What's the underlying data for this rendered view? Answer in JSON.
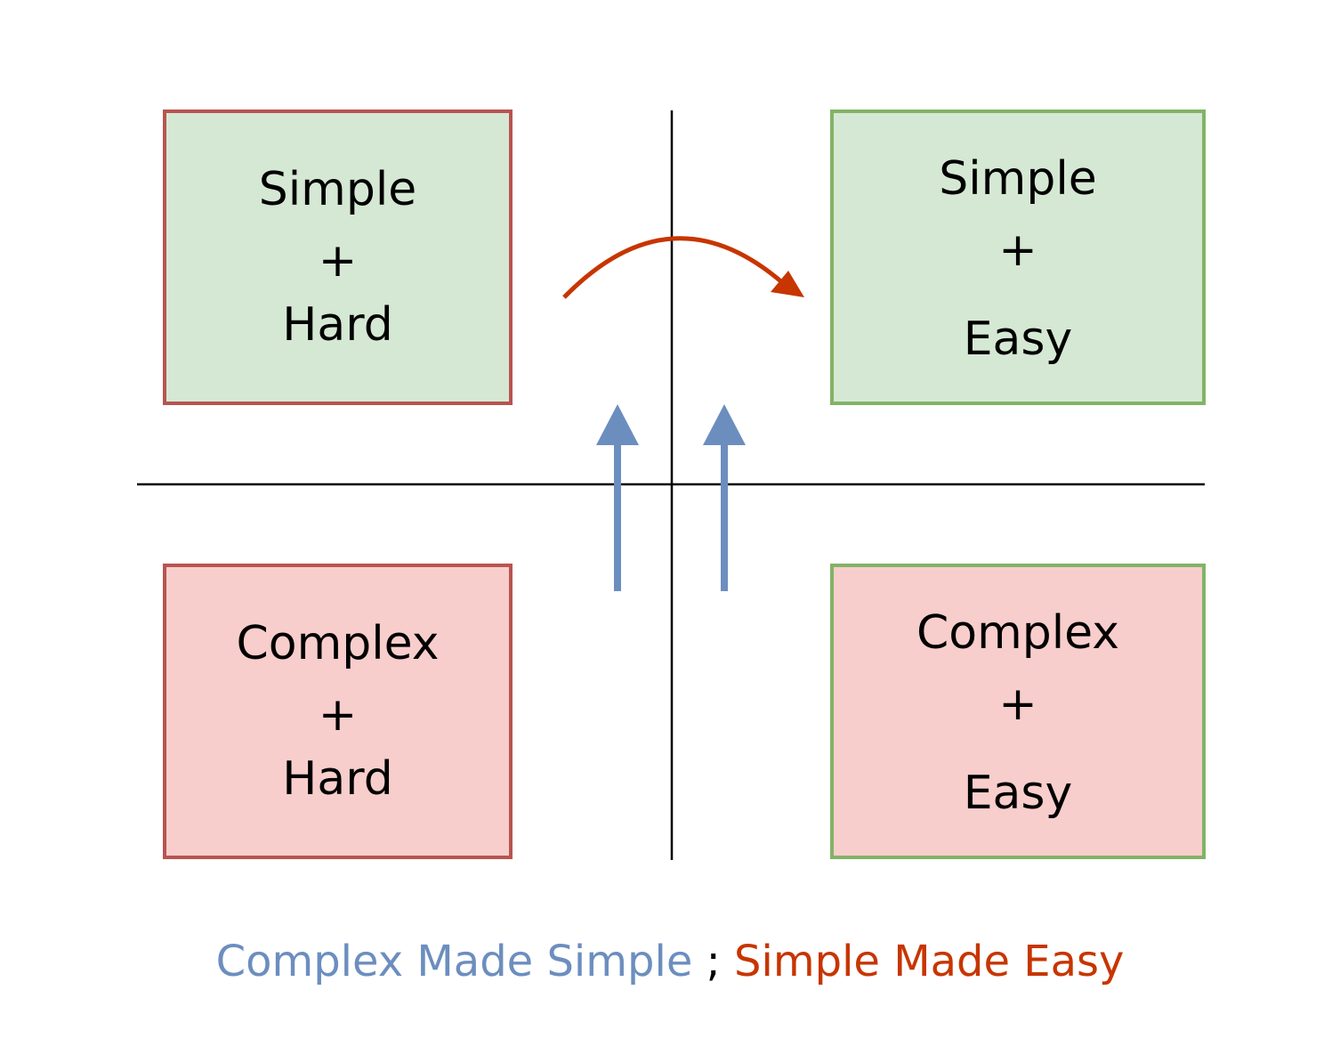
{
  "quadrants": {
    "top_left": {
      "line1": "Simple",
      "line2": "+",
      "line3": "Hard",
      "fill": "#d5e8d4",
      "border": "#b85450"
    },
    "top_right": {
      "line1": "Simple",
      "line2": "+",
      "line3": "Easy",
      "fill": "#d5e8d4",
      "border": "#82b366"
    },
    "bottom_left": {
      "line1": "Complex",
      "line2": "+",
      "line3": "Hard",
      "fill": "#f8cecc",
      "border": "#b85450"
    },
    "bottom_right": {
      "line1": "Complex",
      "line2": "+",
      "line3": "Easy",
      "fill": "#f8cecc",
      "border": "#82b366"
    }
  },
  "arrows": {
    "blue": "#6c8ebf",
    "red": "#c73500"
  },
  "caption": {
    "part1": "Complex Made Simple",
    "separator": " ; ",
    "part2": "Simple Made Easy",
    "color1": "#6c8ebf",
    "color_sep": "#000000",
    "color2": "#c73500"
  }
}
